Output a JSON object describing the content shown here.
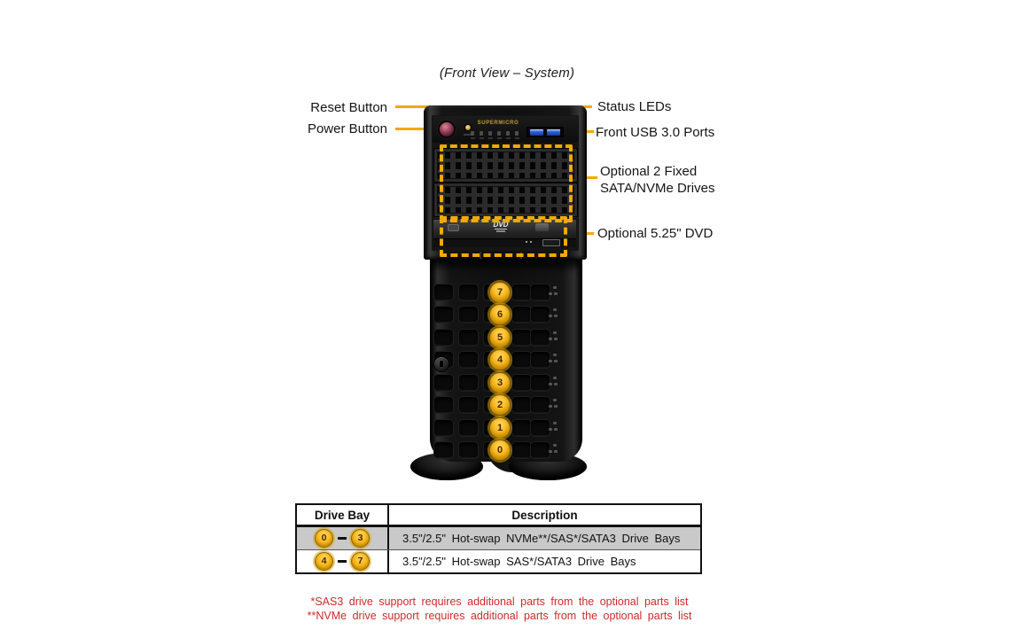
{
  "title": "(Front View – System)",
  "callouts": {
    "reset": "Reset Button",
    "power": "Power Button",
    "status_leds": "Status LEDs",
    "usb": "Front USB 3.0 Ports",
    "fixed_drives_line1": "Optional 2 Fixed",
    "fixed_drives_line2": "SATA/NVMe Drives",
    "dvd": "Optional 5.25\" DVD"
  },
  "tower": {
    "brand": "SUPERMICRO",
    "dvd_logo": "DVD",
    "bay_numbers": [
      "7",
      "6",
      "5",
      "4",
      "3",
      "2",
      "1",
      "0"
    ]
  },
  "table": {
    "col_drive_bay": "Drive Bay",
    "col_description": "Description",
    "rows": [
      {
        "bay_from": "0",
        "bay_to": "3",
        "description": "3.5\"/2.5\" Hot-swap NVMe**/SAS*/SATA3 Drive Bays"
      },
      {
        "bay_from": "4",
        "bay_to": "7",
        "description": "3.5\"/2.5\" Hot-swap SAS*/SATA3 Drive Bays"
      }
    ]
  },
  "footnotes": {
    "sas3": "*SAS3 drive support requires additional parts from the optional parts list",
    "nvme": "**NVMe drive support requires additional parts from the optional parts list"
  },
  "colors": {
    "accent_yellow": "#F2A900",
    "badge_fill": "#F5B212",
    "badge_text": "#4A2506",
    "footnote_red": "#CC2B2B",
    "shaded_row_gray": "#C9C9C9",
    "chassis_black": "#0F0F0F",
    "usb_blue": "#2B5BD7"
  }
}
